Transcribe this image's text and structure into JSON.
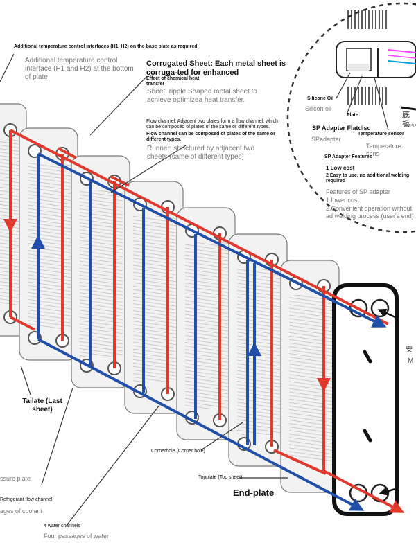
{
  "labels": {
    "top_note": "Additional temperature control interfaces (H1, H2) on the base plate as required",
    "top_note_gray": "Additional temperature control interface (H1 and H2) at the bottom of plate",
    "corrugated_title": "Corrugated Sheet: Each metal sheet is corruga-ted for enhanced",
    "corrugated_sub": "Effect of chemical heat transfer",
    "corrugated_gray": "Sheet: ripple Shaped metal sheet to achieve optimizea heat transfer.",
    "flow_channel_1": "Flow channel: Adjacent two plates form a flow channel, which can be composed of plates of the same or different types.",
    "flow_channel_2": "Flow channel can be composed of plates of the same or different types.",
    "runner_gray": "Runner: structured by adjacent two sheets (same of different types)",
    "silicone_oil": "Silicone Oil",
    "silicone_oil_gray": "Silicon oil",
    "plate": "Plate",
    "sp_adapter_flatdisc": "SP Adapter Flatdisc",
    "sp_adapter_gray": "SPadapter",
    "temperature_sensor": "Temperature sensor",
    "temperature_sensor_gray": "Temperature sens",
    "chinese_base": "底板",
    "base_gray": "Base",
    "sp_features_title": "SP Adapter Features",
    "feature_1": "1 Low cost",
    "feature_2": "2 Easy to use, no additional welding required",
    "features_gray_title": "Features of SP adapter",
    "features_gray_1": "1.lower cost",
    "features_gray_2": "2.Convenient operation without ad welding process (user's end)",
    "tailate": "Tailate (Last sheet)",
    "cornerhole": "Cornerhole (Corner hole)",
    "topplate": "Topplate (Top sheet)",
    "end_plate": "End-plate",
    "pressure_plate_gray": "ssure plate",
    "refrigerant_channel": "Refrigerant flow channel",
    "coolant_gray": "ages of coolant",
    "water_channels": "4 water channels",
    "water_gray": "Four passages of water",
    "chinese_an": "安",
    "chinese_m": "M"
  },
  "colors": {
    "hot": "#e03a2f",
    "cold": "#1f4fa8",
    "plate_fill": "#f2f2f2",
    "plate_stroke": "#7a7a7a",
    "frame": "#111111"
  },
  "icons": [
    "arrow-icon",
    "circle-detail-icon",
    "corner-hole-icon"
  ]
}
